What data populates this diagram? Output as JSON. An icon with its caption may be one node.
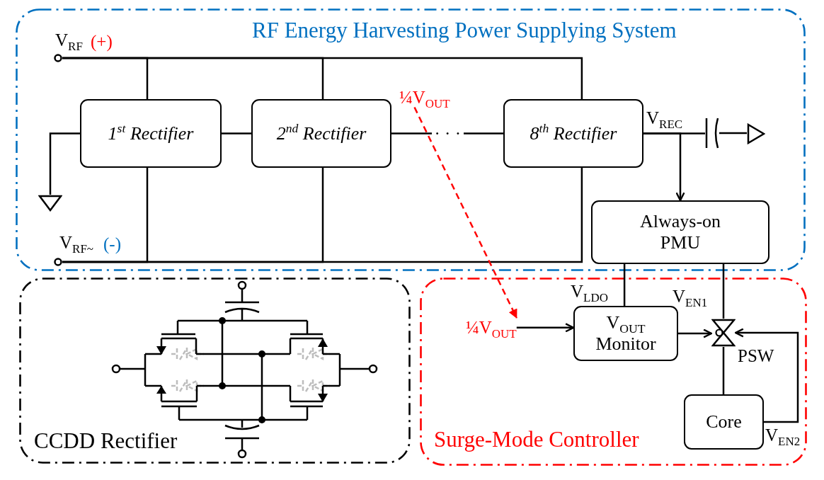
{
  "diagram": {
    "nodes": [
      {
        "text": [
          "RF Energy Harvesting Power Supplying System"
        ]
      },
      {
        "text": [],
        "shape": "circle",
        "in": 0,
        "beside": [
          "V$_{RF}$",
          "(+)"
        ]
      },
      {
        "text": [
          "1$^{st}$ Rectifier"
        ],
        "in": 0
      },
      {
        "text": [
          "2$^{nd}$ Rectifier"
        ],
        "in": 0
      },
      {
        "text": [
          "¼V$_{OUT}$"
        ],
        "in": 0
      },
      {
        "text": [
          "8$^{th}$ Rectifier"
        ],
        "in": 0
      },
      {
        "text": [],
        "shape": "capacitor",
        "in": 0
      },
      {
        "text": [],
        "shape": "triangle",
        "in": 0
      },
      {
        "text": [],
        "shape": "triangle",
        "in": 0
      },
      {
        "text": [
          "Always-on PMU"
        ],
        "in": 0
      },
      {
        "text": [],
        "shape": "circle",
        "in": 0,
        "beside": [
          "V$_{RF~}$",
          "(-)"
        ]
      },
      {
        "text": [
          "CCDD Rectifier"
        ]
      },
      {
        "text": [
          "Surge-Mode Controller"
        ]
      },
      {
        "text": [
          "¼V$_{OUT}$"
        ],
        "in": 12
      },
      {
        "text": [
          "V$_{OUT}$ Monitor"
        ],
        "in": 12
      },
      {
        "text": [],
        "shape": "switch",
        "in": 12,
        "beside": [
          "PSW"
        ]
      },
      {
        "text": [
          "Core"
        ],
        "in": 12
      }
    ],
    "edges": [
      {
        "from": 1,
        "to": 2,
        "arrow": "none"
      },
      {
        "from": 1,
        "to": 3,
        "arrow": "none"
      },
      {
        "from": 1,
        "to": 5,
        "arrow": "none"
      },
      {
        "from": 10,
        "to": 2,
        "arrow": "none"
      },
      {
        "from": 10,
        "to": 3,
        "arrow": "none"
      },
      {
        "from": 10,
        "to": 5,
        "arrow": "none"
      },
      {
        "from": 2,
        "to": 8,
        "arrow": "none"
      },
      {
        "from": 2,
        "to": 3,
        "arrow": "none"
      },
      {
        "from": 3,
        "to": 5,
        "arrow": "none",
        "label": "· · ·"
      },
      {
        "from": 5,
        "to": 6,
        "arrow": "none",
        "label": "V$_{REC}$"
      },
      {
        "from": 6,
        "to": 7,
        "arrow": "none"
      },
      {
        "from": 5,
        "to": 9,
        "arrow": "to"
      },
      {
        "from": 4,
        "to": 13,
        "arrow": "to",
        "style": "dashed",
        "color": "#ff0000"
      },
      {
        "from": 13,
        "to": 14,
        "arrow": "to"
      },
      {
        "from": 9,
        "to": 14,
        "arrow": "none",
        "label": "V$_{LDO}$"
      },
      {
        "from": 9,
        "to": 15,
        "arrow": "none",
        "label": "V$_{EN1}$"
      },
      {
        "from": 14,
        "to": 15,
        "arrow": "to"
      },
      {
        "from": 16,
        "to": 15,
        "arrow": "to",
        "label": "V$_{EN2}$"
      },
      {
        "from": 15,
        "to": 16,
        "arrow": "none"
      }
    ]
  }
}
